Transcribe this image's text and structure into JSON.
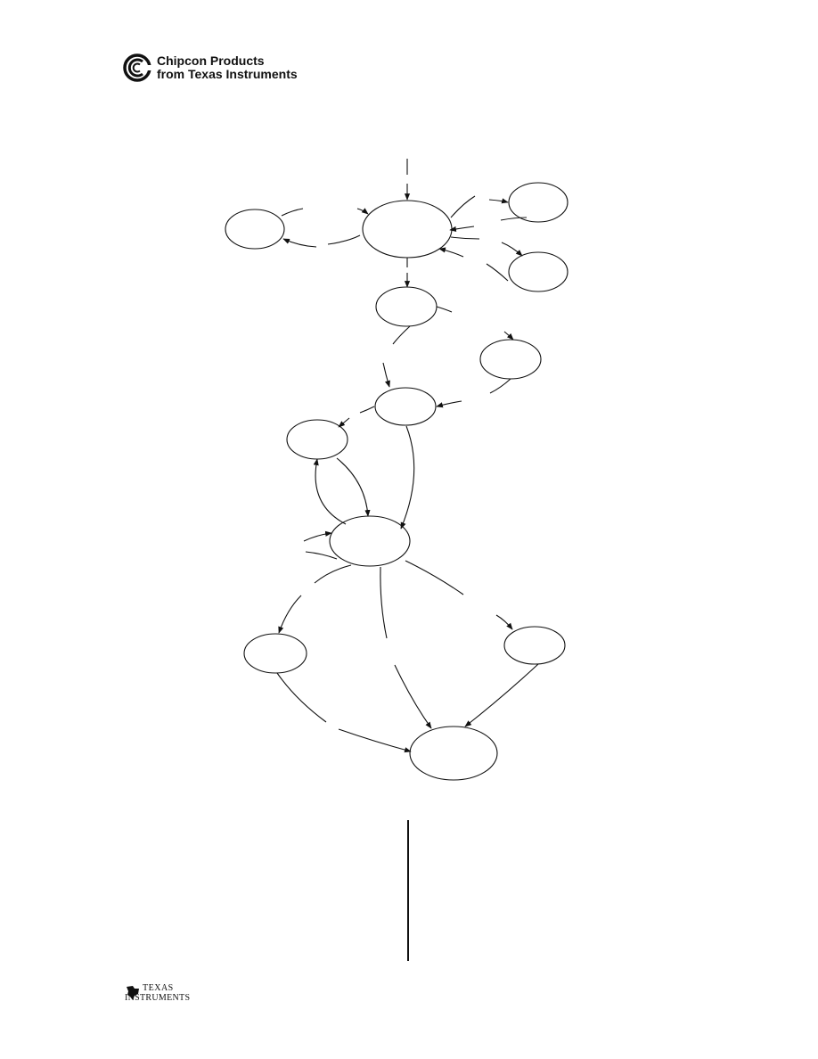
{
  "header": {
    "brand_line1": "Chipcon Products",
    "brand_line2": "from Texas Instruments",
    "logo_icon": "chipcon-c-logo"
  },
  "footer": {
    "brand_line1": "Texas",
    "brand_line2": "Instruments",
    "logo_icon": "ti-state-logo"
  },
  "diagram": {
    "node_labels": [
      "",
      "",
      "",
      "",
      "",
      "",
      "",
      "",
      "",
      "",
      "",
      "",
      ""
    ],
    "stroke_color": "#111111"
  }
}
